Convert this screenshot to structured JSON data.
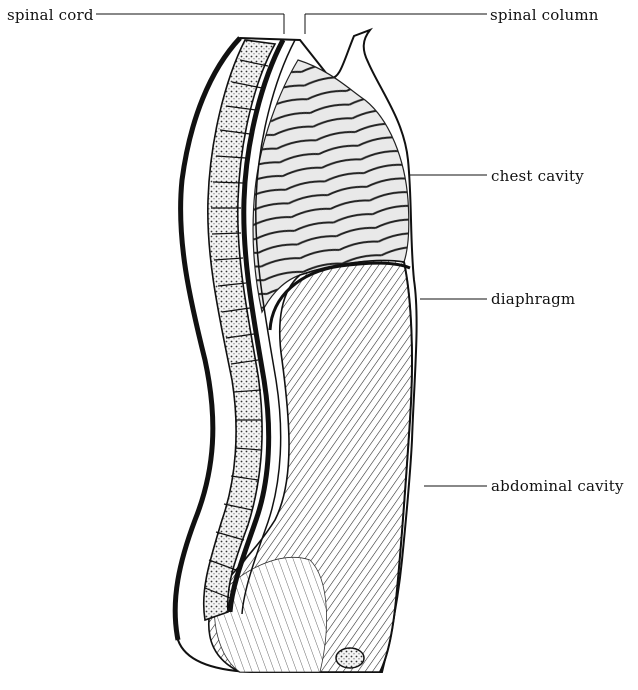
{
  "labels": {
    "spinal_cord": "spinal cord",
    "spinal_column": "spinal column",
    "chest_cavity": "chest cavity",
    "diaphragm": "diaphragm",
    "abdominal_cavity": "abdominal cavity"
  },
  "colors": {
    "ink": "#111111",
    "paper": "#ffffff",
    "shade": "#777777"
  }
}
